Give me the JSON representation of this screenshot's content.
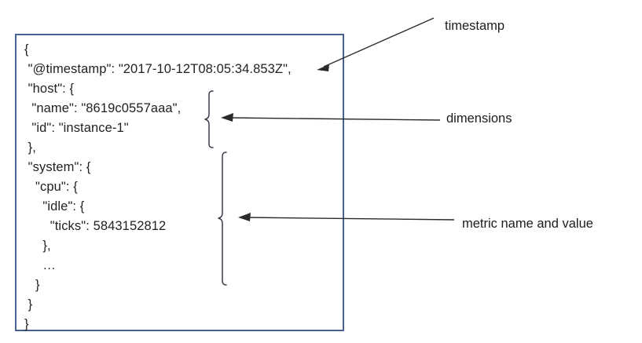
{
  "figure": {
    "title": "JSON metric document with annotated sections",
    "border_color": "#4a5f93",
    "text_color": "#222222",
    "arrow_color": "#2b2b2b",
    "brace_color": "#3a3a48",
    "background": "#ffffff"
  },
  "document": {
    "code": "{\n \"@timestamp\": \"2017-10-12T08:05:34.853Z\",\n \"host\": {\n  \"name\": \"8619c0557aaa\",\n  \"id\": \"instance-1\"\n },\n \"system\": {\n   \"cpu\": {\n     \"idle\": {\n       \"ticks\": 5843152812\n     },\n     …\n   }\n }\n}",
    "lines": [
      "{",
      " \"@timestamp\": \"2017-10-12T08:05:34.853Z\",",
      " \"host\": {",
      "  \"name\": \"8619c0557aaa\",",
      "  \"id\": \"instance-1\"",
      " },",
      " \"system\": {",
      "   \"cpu\": {",
      "     \"idle\": {",
      "       \"ticks\": 5843152812",
      "     },",
      "     …",
      "   }",
      " }",
      "}"
    ],
    "fields": {
      "timestamp_key": "@timestamp",
      "timestamp_value": "2017-10-12T08:05:34.853Z",
      "host_key": "host",
      "host_name_key": "name",
      "host_name_value": "8619c0557aaa",
      "host_id_key": "id",
      "host_id_value": "instance-1",
      "system_key": "system",
      "cpu_key": "cpu",
      "idle_key": "idle",
      "ticks_key": "ticks",
      "ticks_value": "5843152812",
      "ellipsis": "…"
    }
  },
  "annotations": {
    "timestamp": {
      "label": "timestamp",
      "target": "@timestamp field",
      "connector": "diagonal-arrow"
    },
    "dimensions": {
      "label": "dimensions",
      "target": "host object",
      "connector": "brace-and-arrow"
    },
    "metric": {
      "label": "metric name and value",
      "target": "system.cpu.idle.ticks",
      "connector": "brace-and-arrow"
    }
  }
}
